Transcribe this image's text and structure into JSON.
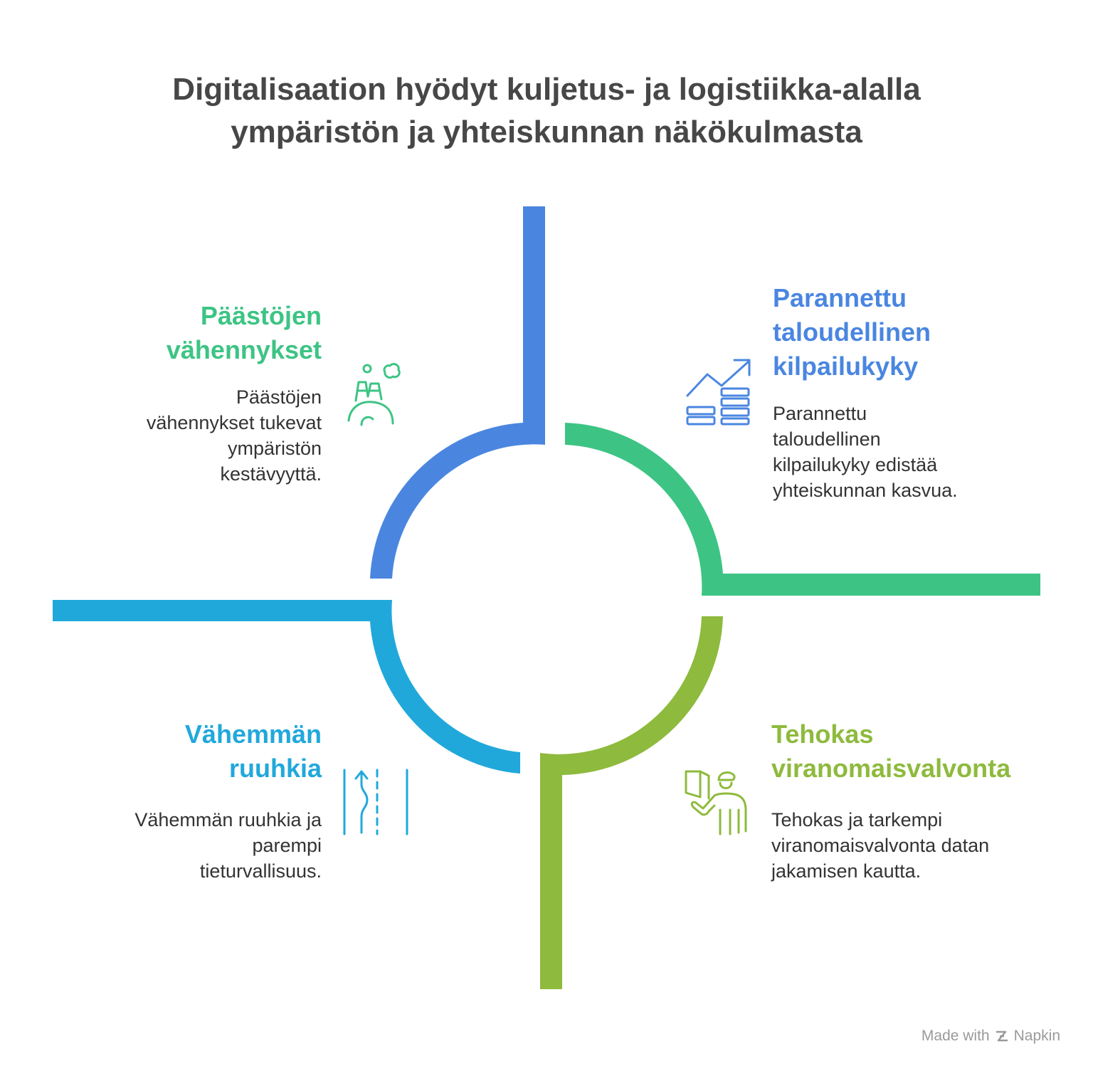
{
  "title": {
    "line1": "Digitalisaation hyödyt kuljetus- ja logistiikka-alalla",
    "line2": "ympäristön ja yhteiskunnan näkökulmasta"
  },
  "colors": {
    "blue": "#4A86E0",
    "green": "#3DC484",
    "cyan": "#21A8DB",
    "olive": "#8EBA3D"
  },
  "quadrants": {
    "top_left": {
      "heading": [
        "Päästöjen",
        "vähennykset"
      ],
      "description": [
        "Päästöjen",
        "vähennykset tukevat",
        "ympäristön",
        "kestävyyttä."
      ],
      "icon": "factory-emissions-icon"
    },
    "top_right": {
      "heading": [
        "Parannettu",
        "taloudellinen",
        "kilpailukyky"
      ],
      "description": [
        "Parannettu",
        "taloudellinen",
        "kilpailukyky edistää",
        "yhteiskunnan kasvua."
      ],
      "icon": "growth-coins-icon"
    },
    "bottom_left": {
      "heading": [
        "Vähemmän",
        "ruuhkia"
      ],
      "description": [
        "Vähemmän ruuhkia ja",
        "parempi",
        "tieturvallisuus."
      ],
      "icon": "road-lane-icon"
    },
    "bottom_right": {
      "heading": [
        "Tehokas",
        "viranomaisvalvonta"
      ],
      "description": [
        "Tehokas ja tarkempi",
        "viranomaisvalvonta datan",
        "jakamisen kautta."
      ],
      "icon": "officer-inspection-icon"
    }
  },
  "footer": {
    "made_with": "Made with",
    "brand": "Napkin"
  }
}
